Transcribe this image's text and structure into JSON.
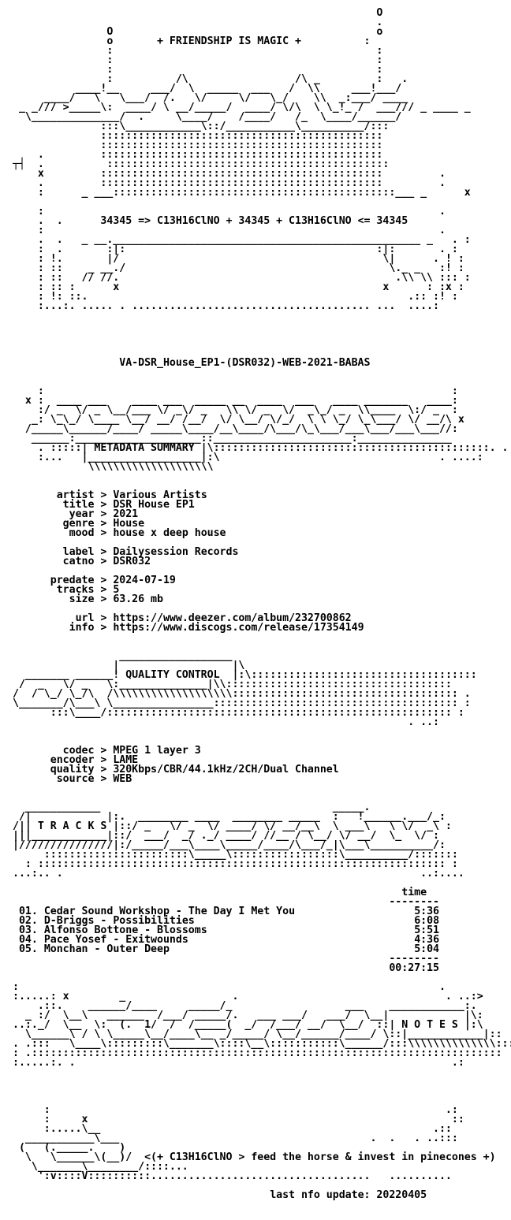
{
  "release": {
    "motto": "+ FRIENDSHIP IS MAGIC +",
    "formula": "34345 => C13H16ClNO + 34345 + C13H16ClNO <= 34345",
    "release_name": "VA-DSR_House_EP1-(DSR032)-WEB-2021-BABAS"
  },
  "metadata": {
    "section_title": "METADATA SUMMARY",
    "artist_label": "artist",
    "artist": "Various Artists",
    "title_label": "title",
    "title": "DSR House EP1",
    "year_label": "year",
    "year": "2021",
    "genre_label": "genre",
    "genre": "House",
    "mood_label": "mood",
    "mood": "house x deep house",
    "label_label": "label",
    "label": "Dailysession Records",
    "catno_label": "catno",
    "catno": "DSR032",
    "predate_label": "predate",
    "predate": "2024-07-19",
    "tracks_label": "tracks",
    "tracks": "5",
    "size_label": "size",
    "size": "63.26 mb",
    "url_label": "url",
    "url": "https://www.deezer.com/album/232700862",
    "info_label": "info",
    "info": "https://www.discogs.com/release/17354149"
  },
  "quality": {
    "section_title": "QUALITY CONTROL",
    "codec_label": "codec",
    "codec": "MPEG 1 layer 3",
    "encoder_label": "encoder",
    "encoder": "LAME",
    "quality_label": "quality",
    "quality": "320Kbps/CBR/44.1kHz/2CH/Dual Channel",
    "source_label": "source",
    "source": "WEB"
  },
  "tracks": {
    "section_title": "T R A C K S",
    "time_header": "time",
    "items": [
      {
        "num": "01.",
        "title": "Cedar Sound Workshop - The Day I Met You",
        "time": "5:36"
      },
      {
        "num": "02.",
        "title": "D-Briggs - Possibilities",
        "time": "6:08"
      },
      {
        "num": "03.",
        "title": "Alfonso Bottone - Blossoms",
        "time": "5:51"
      },
      {
        "num": "04.",
        "title": "Pace Yosef - Exitwounds",
        "time": "4:36"
      },
      {
        "num": "05.",
        "title": "Monchan - Outer Deep",
        "time": "5:04"
      }
    ],
    "total": "00:27:15"
  },
  "notes": {
    "section_title": "N O T E S",
    "footer_text": "<(+ C13H16ClNO > feed the horse & invest in pinecones +)",
    "last_update": "last nfo update: 20220405"
  }
}
